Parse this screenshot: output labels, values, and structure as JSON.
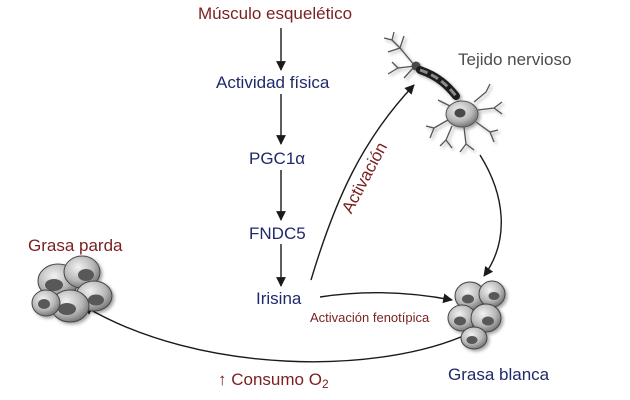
{
  "nodes": {
    "muscle": "Músculo esquelético",
    "activity": "Actividad física",
    "pgc1a": "PGC1α",
    "fndc5": "FNDC5",
    "irisin": "Irisina",
    "nervous": "Tejido nervioso",
    "brown_fat": "Grasa parda",
    "white_fat": "Grasa blanca"
  },
  "edges": {
    "activation": "Activación",
    "phenotypic": "Activación fenotípica",
    "consumption_prefix": "↑ Consumo O",
    "consumption_sub": "2"
  },
  "colors": {
    "dark_red": "#7a1f1f",
    "navy": "#1f2a6b",
    "grey_text": "#4d4d4d",
    "arrow": "#1a1a1a"
  }
}
